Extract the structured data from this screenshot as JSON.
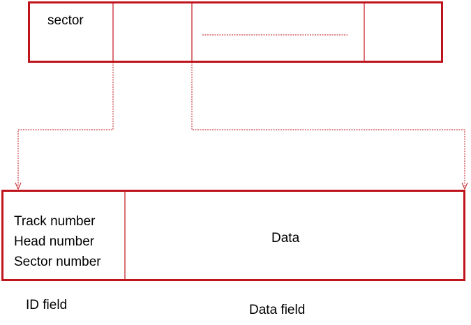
{
  "colors": {
    "border": "#c0141c",
    "text": "#000000",
    "background": "#ffffff"
  },
  "top_block": {
    "label": "sector"
  },
  "bottom_block": {
    "id_lines": [
      "Track number",
      "Head number",
      "Sector number"
    ],
    "data_label": "Data"
  },
  "captions": {
    "id_field": "ID field",
    "data_field": "Data field"
  }
}
